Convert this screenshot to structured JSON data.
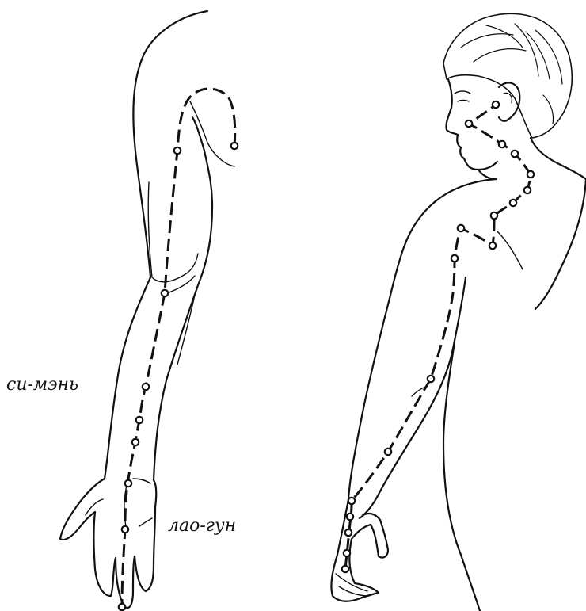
{
  "labels": {
    "si_men": "си-мэнь",
    "lao_gun": "лао-гун"
  },
  "colors": {
    "line": "#111111",
    "background": "#ffffff"
  },
  "left_figure": {
    "meridian_points": 10
  },
  "right_figure": {
    "meridian_points": 19
  }
}
